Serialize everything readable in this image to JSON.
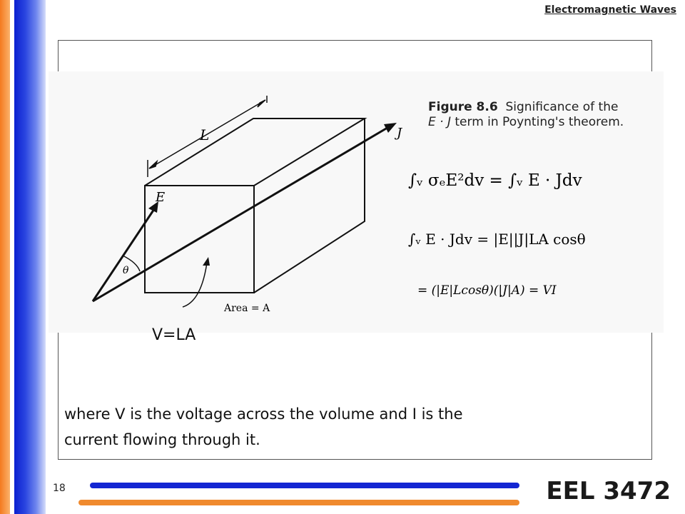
{
  "header": {
    "title": "Electromagnetic Waves"
  },
  "figure": {
    "caption_number": "Figure 8.6",
    "caption_line1": "Significance of the",
    "caption_line2": "term in Poynting's theorem.",
    "caption_term": "E · J",
    "label_L": "L",
    "label_E": "E",
    "label_J": "J",
    "label_theta": "θ",
    "label_area": "Area = A"
  },
  "equations": {
    "eq1": "∫ᵥ σₑE²dv = ∫ᵥ E · Jdv",
    "eq2": "∫ᵥ E · Jdv = |E||J|LA cosθ",
    "eq3": "= (|E|Lcosθ)(|J|A) = VI"
  },
  "main": {
    "volume_text": "V=LA",
    "body_line1": "where V is the voltage across the volume and I is the",
    "body_line2": "current flowing through it."
  },
  "footer": {
    "page_number": "18",
    "course": "EEL 3472"
  },
  "colors": {
    "blue_band": "#0a1fd0",
    "orange_band": "#f47a1f",
    "blue_line": "#1326d2",
    "orange_line": "#f08a2e"
  }
}
